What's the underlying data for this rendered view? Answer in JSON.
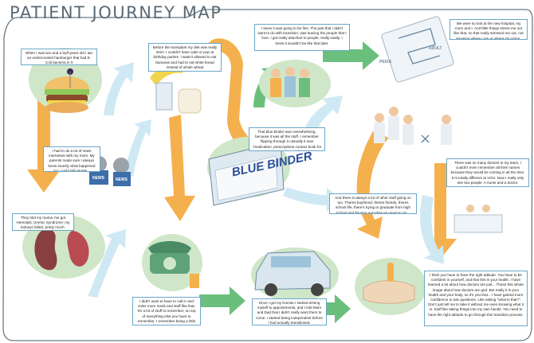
{
  "title": "PATIENT JOURNEY MAP",
  "colors": {
    "orange": "#f5b04e",
    "blue_arrow": "#cde9f3",
    "green": "#6bbf7d",
    "note_border": "#6aa7c8"
  },
  "notes": [
    "When I was two and a half years old I ate an undercooked hamburger that had E. Coli bacteria in it",
    "Before the transplant my diet was really strict. I couldn't have cake or pop at birthday parties. I wasn't allowed to eat bananas and had to eat white bread instead of whole wheat",
    "I knew it was going to be fine. The part that I didn't want to do with transition, was leaving the people that I love. I got really attached to people, really easily. I knew it wouldn't be like that later.",
    "We were so lost at the new hospital, my mom and I. And little things stress me out like that, so that really stressed me out, not knowing where I am or where I'm going.",
    "I had to do a lot of news interviews with my mom. My parents made sure I always knew exactly what happened so I could tell people...",
    "That blue binder was overwhelming, because it was all the stuff. I remember flipping through it casually it was \"medication, prescriptions contact book for new doctors\" and I was like \"wow\".",
    "There was so many doctors in my team, I couldn't even remember all their names because they would be coming in all the time. It is totally different at VGH. Now I really only see two people. A nurse and a doctor.",
    "They told my mama I've got Hemolytic Uremic Syndrome: my kidneys failed, pretty much.",
    "And there is always a lot of other stuff going on too. Theres boyfriend, theres friends, theres school life, there's trying to graduate from high school and figuring out what you want to do...",
    "I didn't want to have to call in and order more meds and stuff like that. It's a lot of stuff to remember, on top of everything else you have to remember. I remember being a little bit overwhelmed.",
    "Once I got my license I started driving myself to appointments, and I told Mom and Dad that I didn't really want them to come. I started being independent before I had actually transitioned.",
    "I think you have to have the right attitude. You have to be confident in yourself, and that this is your health. I have learned a lot about how doctors are just... These this whole image about how doctors are god. But really it is your health and your body, so it's you that... I have gained more confidence to ask questions. Like asking \"what is that?\". Don't just tell me to take it without me even knowing what it is. Stuff like taking things into my own hands. You need to have the right attitude to go through this transition process."
  ],
  "badges": {
    "news": "NEWS",
    "pedia": "PEDIA",
    "adult": "ADULT"
  },
  "binder_label": "BLUE BINDER"
}
